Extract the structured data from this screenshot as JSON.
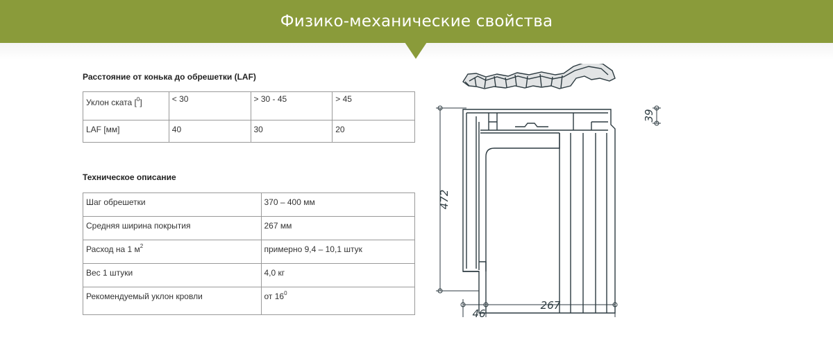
{
  "header": {
    "title": "Физико-механические свойства",
    "accent_color": "#8a9b3a"
  },
  "laf": {
    "title": "Расстояние от конька до обрешетки (LAF)",
    "rows": [
      {
        "label": "Уклон ската [",
        "label_sup": "0",
        "label_after": "]",
        "values": [
          "< 30",
          "> 30 - 45",
          "> 45"
        ]
      },
      {
        "label": "LAF [мм]",
        "label_sup": "",
        "label_after": "",
        "values": [
          "40",
          "30",
          "20"
        ]
      }
    ]
  },
  "tech": {
    "title": "Техническое описание",
    "rows": [
      {
        "label": "Шаг обрешетки",
        "label_sup": "",
        "value": "370 – 400 мм",
        "value_sup": ""
      },
      {
        "label": "Средняя ширина покрытия",
        "label_sup": "",
        "value": "267 мм",
        "value_sup": ""
      },
      {
        "label": "Расход на 1 м",
        "label_sup": "2",
        "value": "примерно 9,4 – 10,1 штук",
        "value_sup": ""
      },
      {
        "label": "Вес 1 штуки",
        "label_sup": "",
        "value": "4,0 кг",
        "value_sup": ""
      },
      {
        "label": "Рекомендуемый уклон кровли",
        "label_sup": "",
        "value": "от 16",
        "value_sup": "0"
      }
    ]
  },
  "drawing": {
    "dim_height": "472",
    "dim_top": "39",
    "dim_width": "267",
    "dim_left": "46"
  }
}
